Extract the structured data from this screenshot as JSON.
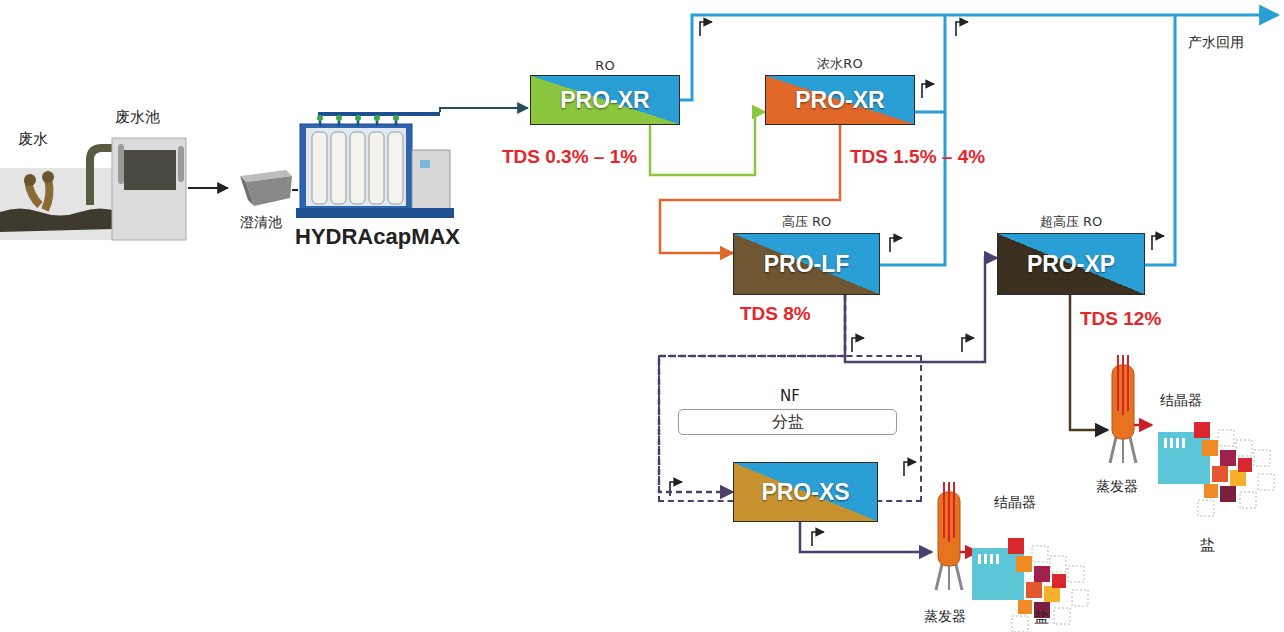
{
  "diagram": {
    "nodes": [
      {
        "text": [
          "RO",
          "PRO-XR"
        ]
      },
      {
        "text": [
          "浓水RO",
          "PRO-XR"
        ]
      },
      {
        "text": [
          "高压 RO",
          "PRO-LF"
        ]
      },
      {
        "text": [
          "超高压 RO",
          "PRO-XP"
        ]
      },
      {
        "text": [
          "NF"
        ]
      },
      {
        "text": [
          "分盐"
        ],
        "in": 4
      },
      {
        "text": [
          "PRO-XS"
        ],
        "in": 4
      }
    ],
    "edges": [
      {
        "from": 0,
        "to": 1,
        "arrow": "to"
      },
      {
        "from": 1,
        "to": 2,
        "arrow": "to"
      },
      {
        "from": 2,
        "to": 3,
        "arrow": "to"
      },
      {
        "from": 2,
        "to": 6,
        "arrow": "to"
      }
    ],
    "labels": [
      "废水",
      "废水池",
      "澄清池",
      "HYDRAcapMAX",
      "TDS 0.3% – 1%",
      "TDS 1.5% – 4%",
      "TDS 8%",
      "TDS 12%",
      "产水回用",
      "蒸发器",
      "结晶器",
      "盐",
      "结晶器",
      "蒸发器",
      "盐"
    ]
  }
}
